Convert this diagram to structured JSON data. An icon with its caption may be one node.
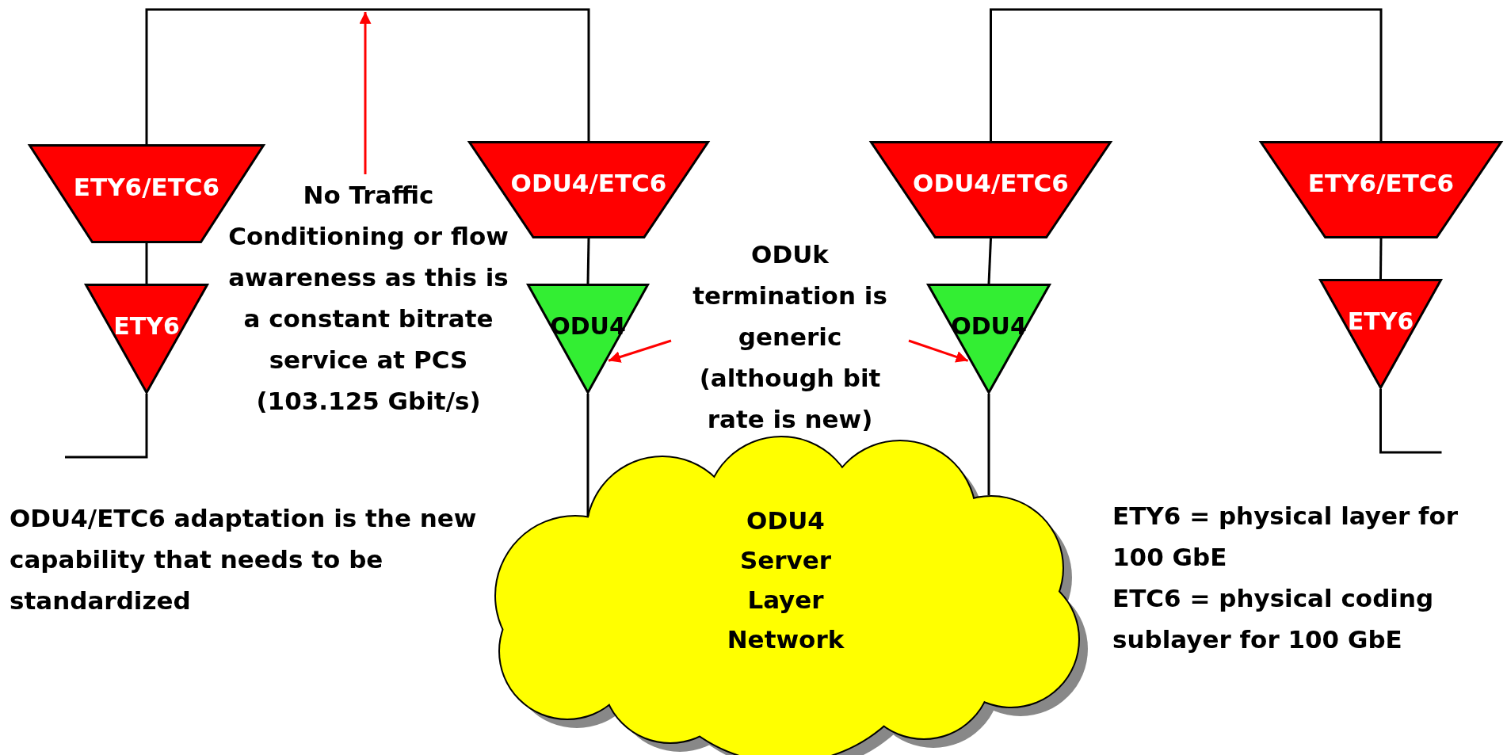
{
  "diagram": {
    "nodes": [
      {
        "text": [
          "ETY6/ETC6"
        ]
      },
      {
        "text": [
          "ETY6"
        ]
      },
      {
        "text": [
          "ODU4/ETC6"
        ]
      },
      {
        "text": [
          "ODU4"
        ]
      },
      {
        "text": [
          "ODU4/ETC6"
        ]
      },
      {
        "text": [
          "ODU4"
        ]
      },
      {
        "text": [
          "ETY6/ETC6"
        ]
      },
      {
        "text": [
          "ETY6"
        ]
      },
      {
        "text": [
          "ODU4 Server Layer Network"
        ]
      },
      {
        "text": [
          "No Traffic Conditioning or flow awareness as this is a constant bitrate service at PCS (103.125 Gbit/s)"
        ]
      },
      {
        "text": [
          "ODUk termination is generic (although bit rate is new)"
        ]
      }
    ],
    "edges": [
      {
        "from": 0,
        "to": 2,
        "arrow": "none"
      },
      {
        "from": 0,
        "to": 1,
        "arrow": "none"
      },
      {
        "from": 1,
        "to": null,
        "arrow": "none"
      },
      {
        "from": 2,
        "to": 3,
        "arrow": "none"
      },
      {
        "from": 3,
        "to": 8,
        "arrow": "none"
      },
      {
        "from": 4,
        "to": 6,
        "arrow": "none"
      },
      {
        "from": 4,
        "to": 5,
        "arrow": "none"
      },
      {
        "from": 5,
        "to": 8,
        "arrow": "none"
      },
      {
        "from": 6,
        "to": 7,
        "arrow": "none"
      },
      {
        "from": 7,
        "to": null,
        "arrow": "none"
      },
      {
        "from": 9,
        "to": null,
        "arrow": "to",
        "color": "#ff0000"
      },
      {
        "from": 10,
        "to": 3,
        "arrow": "to",
        "color": "#ff0000"
      },
      {
        "from": 10,
        "to": 5,
        "arrow": "to",
        "color": "#ff0000"
      }
    ],
    "labels": [
      "ODU4/ETC6 adaptation is the new capability that needs to be standardized",
      "ETY6 = physical layer for 100 GbE",
      "ETC6 = physical coding sublayer for 100 GbE"
    ]
  }
}
